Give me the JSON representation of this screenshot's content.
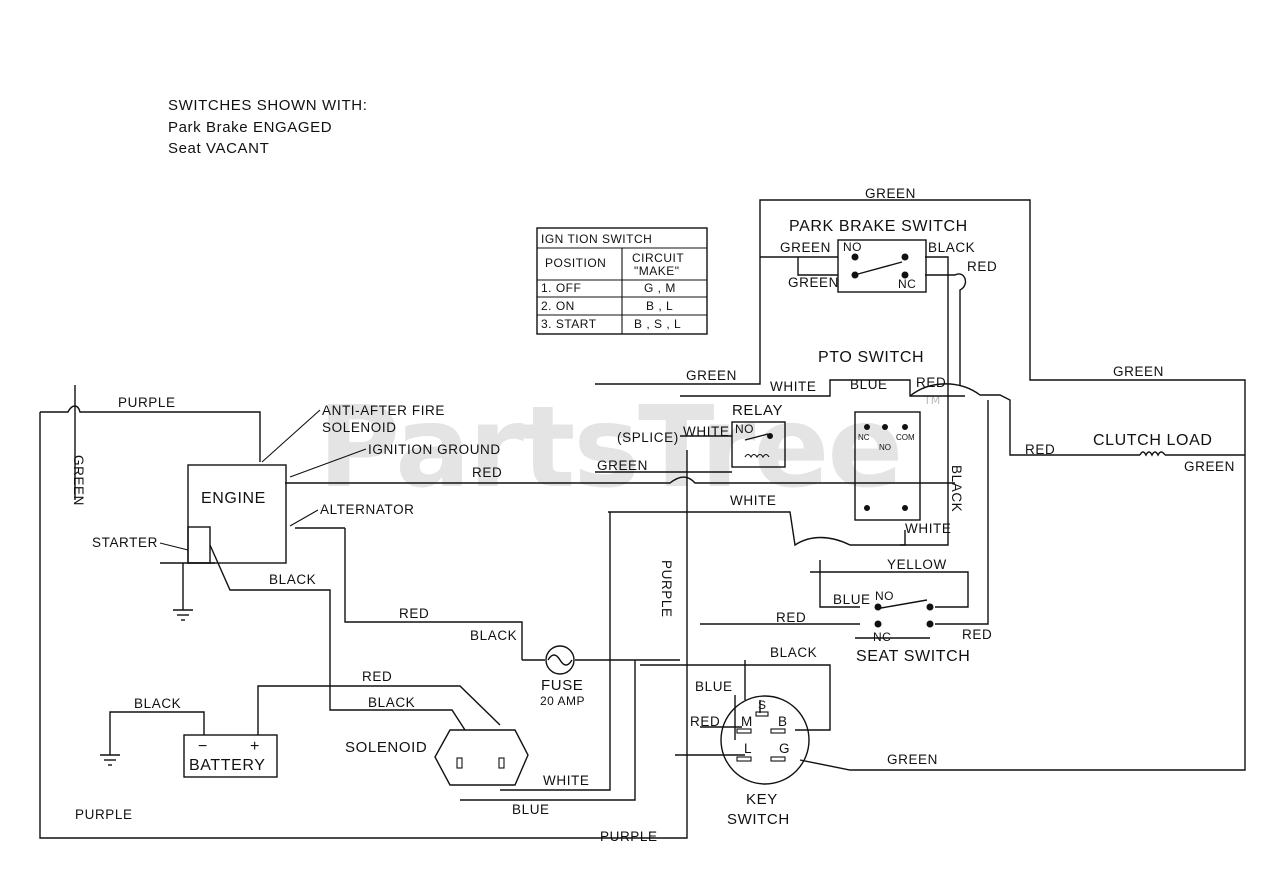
{
  "notes": {
    "line1": "SWITCHES SHOWN WITH:",
    "line2": "Park Brake ENGAGED",
    "line3": "Seat VACANT"
  },
  "watermark": {
    "text": "PartsTree",
    "tm": "TM"
  },
  "ignition_table": {
    "title": "IGN TION SWITCH",
    "headers": [
      "POSITION",
      "CIRCUIT",
      "\"MAKE\""
    ],
    "rows": [
      {
        "position": "1.   OFF",
        "make": "G , M"
      },
      {
        "position": "2.   ON",
        "make": "B , L"
      },
      {
        "position": "3.   START",
        "make": "B , S , L"
      }
    ]
  },
  "components": {
    "park_brake_switch": "PARK BRAKE SWITCH",
    "pto_switch": "PTO SWITCH",
    "relay": "RELAY",
    "splice": "(SPLICE)",
    "clutch_load": "CLUTCH LOAD",
    "engine": "ENGINE",
    "starter": "STARTER",
    "anti_after_fire_1": "ANTI-AFTER FIRE",
    "anti_after_fire_2": "SOLENOID",
    "ignition_ground": "IGNITION GROUND",
    "alternator": "ALTERNATOR",
    "seat_switch": "SEAT SWITCH",
    "fuse": "FUSE",
    "fuse_rating": "20 AMP",
    "solenoid": "SOLENOID",
    "battery": "BATTERY",
    "battery_minus": "−",
    "battery_plus": "+",
    "key_switch_1": "KEY",
    "key_switch_2": "SWITCH"
  },
  "contacts": {
    "no": "NO",
    "nc": "NC",
    "pto_nc": "NC",
    "pto_no": "NO",
    "pto_com": "COM",
    "key_s": "S",
    "key_m": "M",
    "key_b": "B",
    "key_l": "L",
    "key_g": "G"
  },
  "wires": {
    "green": "GREEN",
    "purple": "PURPLE",
    "red": "RED",
    "black": "BLACK",
    "white": "WHITE",
    "blue": "BLUE",
    "yellow": "YELLOW"
  }
}
